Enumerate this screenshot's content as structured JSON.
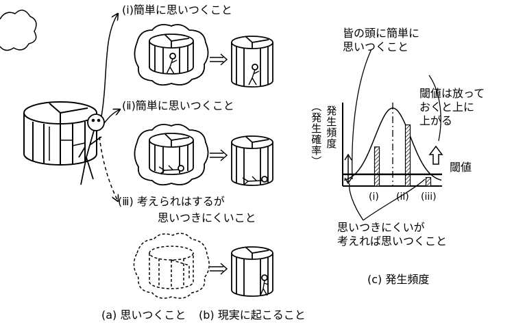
{
  "cases": {
    "case1": "(ⅰ)簡単に思いつくこと",
    "case2": "(ⅱ)簡単に思いつくこと",
    "case3_line1": "(ⅲ) 考えられはするが",
    "case3_line2": "思いつきにくいこと"
  },
  "captions": {
    "a": "(a) 思いつくこと",
    "b": "(b) 現実に起こること",
    "c": "(c) 発生頻度"
  },
  "chart_data": {
    "type": "bar",
    "title": "",
    "ylabel": "発生頻度",
    "ylabel_paren": "（発生確率）",
    "categories": [
      "(i)",
      "(ii)",
      "(iii)"
    ],
    "values": [
      0.55,
      0.86,
      0.12
    ],
    "curve": "normal distribution centered at (ii)",
    "threshold_label": "閾値",
    "threshold_value": 0.3,
    "annotations": {
      "top_left_line1": "皆の頭に簡単に",
      "top_left_line2": "思いつくこと",
      "top_right_line1": "閾値は放って",
      "top_right_line2": "おくと上に",
      "top_right_line3": "上がる",
      "bottom_line1": "思いつきにくいが",
      "bottom_line2": "考えれば思いつくこと"
    }
  }
}
